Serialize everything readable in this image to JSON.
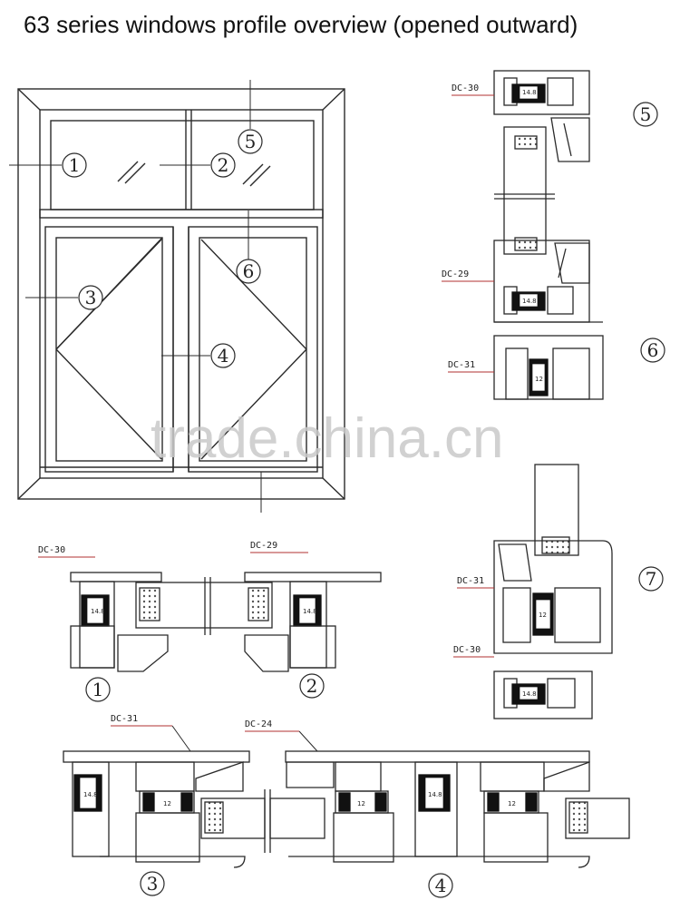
{
  "title": "63 series windows profile overview (opened outward)",
  "watermark": "trade.china.cn",
  "callouts": [
    "1",
    "2",
    "3",
    "4",
    "5",
    "6",
    "7"
  ],
  "profile_codes": {
    "dc30": "DC-30",
    "dc29": "DC-29",
    "dc31": "DC-31",
    "dc24": "DC-24"
  },
  "dims": {
    "strip": "14.8",
    "gap": "12"
  },
  "colors": {
    "line": "#2a2a2a",
    "leader_red": "#b03030",
    "rubber": "#111111",
    "watermark": "#c9c9c9"
  }
}
